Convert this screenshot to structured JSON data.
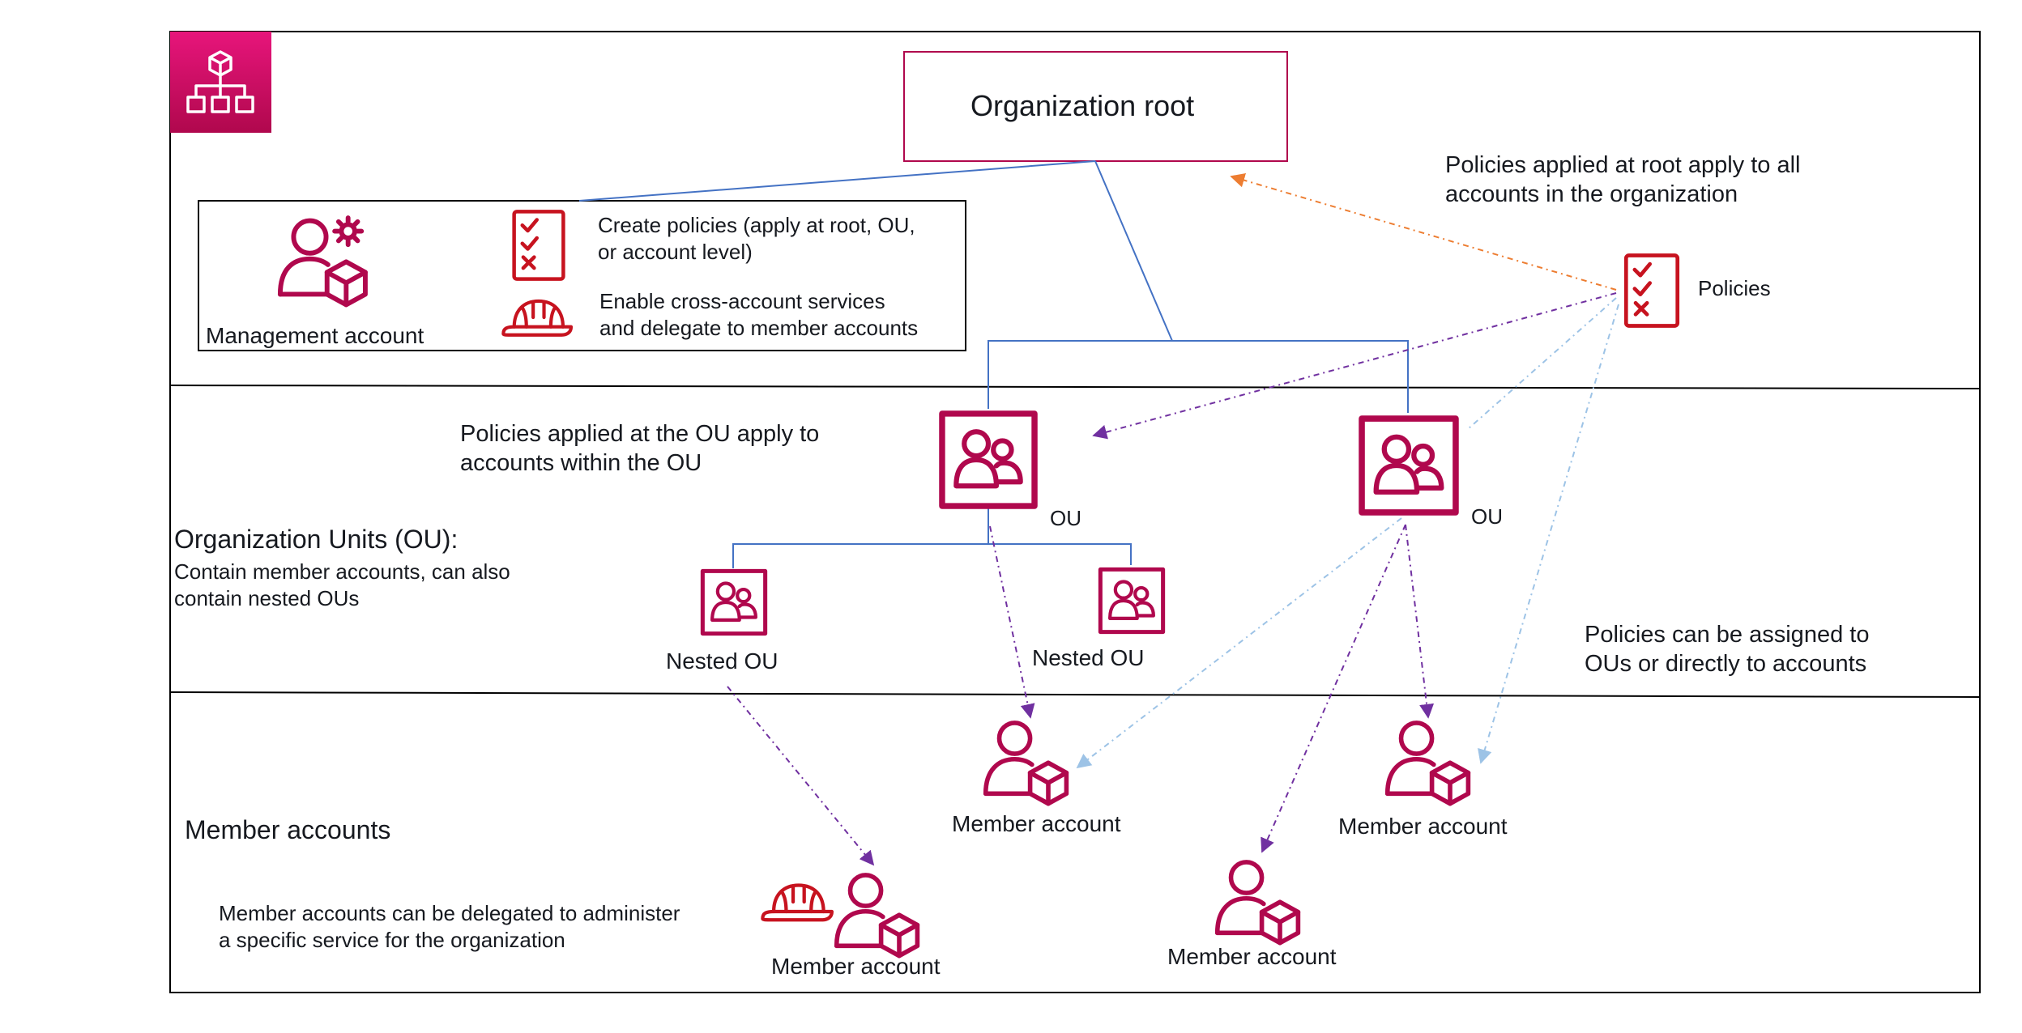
{
  "sections": {
    "member_accounts_label": "Member accounts",
    "ou_label": "Organization Units (OU):",
    "ou_description": "Contain member accounts, can also\ncontain nested OUs"
  },
  "root": {
    "label": "Organization root"
  },
  "management_box": {
    "account_label": "Management account",
    "create_policies": "Create policies (apply at root, OU,\nor account level)",
    "cross_account": "Enable cross-account  services\nand delegate to member accounts"
  },
  "policies": {
    "label": "Policies"
  },
  "notes": {
    "root_note": "Policies applied at root apply to all\naccounts in the organization",
    "ou_note": "Policies applied at the OU apply to\naccounts within the OU",
    "assign_note": "Policies can be assigned to\nOUs or directly to accounts",
    "delegate_note": "Member  accounts can be delegated to administer\na specific service for the organization"
  },
  "ous": [
    {
      "label": "OU"
    },
    {
      "label": "OU"
    }
  ],
  "nested_ous": [
    {
      "label": "Nested OU"
    },
    {
      "label": "Nested OU"
    }
  ],
  "member_accounts": [
    {
      "label": "Member account"
    },
    {
      "label": "Member account"
    },
    {
      "label": "Member account"
    },
    {
      "label": "Member account"
    }
  ],
  "colors": {
    "icon": "#b0084d",
    "policy_icon": "#c7131f",
    "badge_top": "#e7157b",
    "badge_bottom": "#b0084d",
    "tree_line": "#4472c4",
    "purple_arrow": "#7030a0",
    "orange_arrow": "#ed7d31",
    "lightblue_arrow": "#9dc3e6"
  }
}
